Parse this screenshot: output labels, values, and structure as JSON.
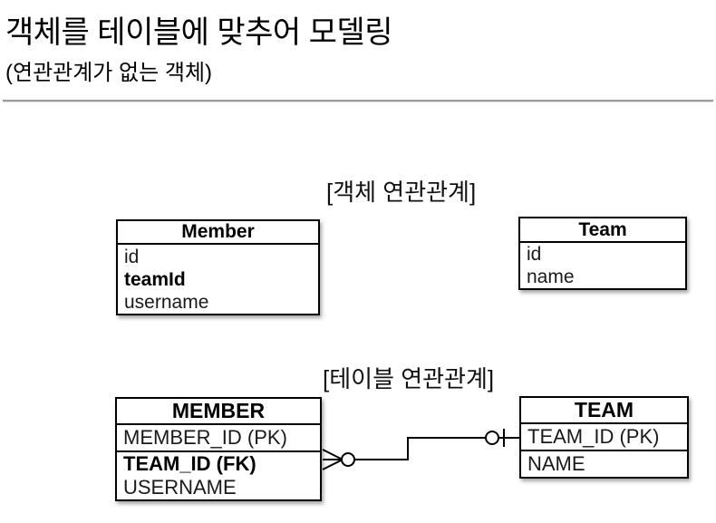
{
  "slide": {
    "title": "객체를 테이블에 맞추어 모델링",
    "subtitle": "(연관관계가 없는 객체)"
  },
  "object_relation": {
    "caption": "[객체 연관관계]",
    "member": {
      "title": "Member",
      "fields": [
        "id",
        "teamId",
        "username"
      ]
    },
    "team": {
      "title": "Team",
      "fields": [
        "id",
        "name"
      ]
    }
  },
  "table_relation": {
    "caption": "[테이블 연관관계]",
    "member": {
      "title": "MEMBER",
      "pk": "MEMBER_ID (PK)",
      "fk": "TEAM_ID (FK)",
      "fields": [
        "USERNAME"
      ]
    },
    "team": {
      "title": "TEAM",
      "pk": "TEAM_ID (PK)",
      "fields": [
        "NAME"
      ]
    },
    "relationship": {
      "member_end": "many-optional",
      "team_end": "one-optional"
    }
  },
  "colors": {
    "background": "#ffffff",
    "text": "#000000",
    "box_border": "#000000",
    "divider": "#9a9a9a"
  }
}
